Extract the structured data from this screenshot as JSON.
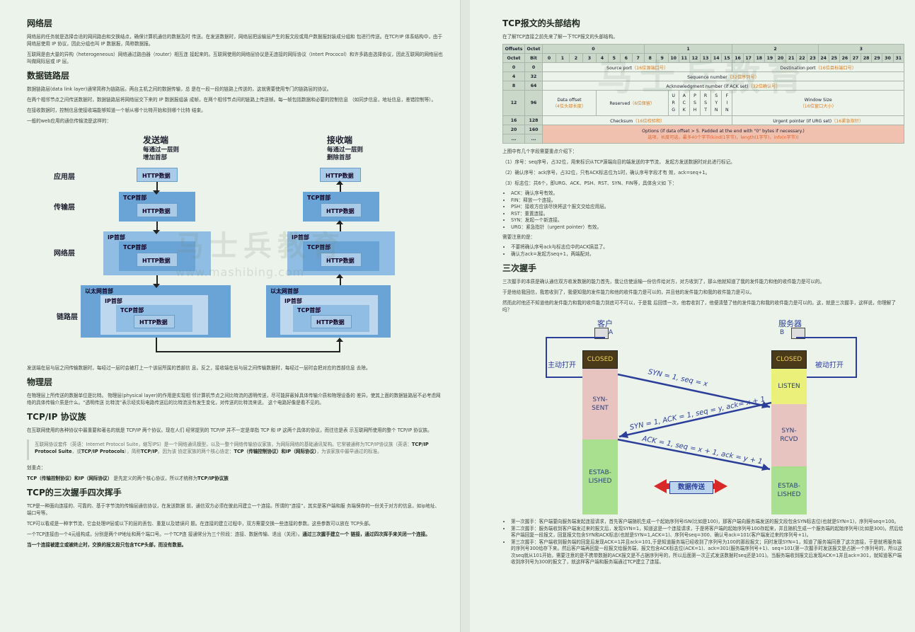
{
  "left": {
    "h_network": "网络层",
    "p_network_1": "网络层的任务就是选择合适的网间路由和交换结点，确保计算机通信的数据及时 传送。在发送数据时，网络层把运输层产生的报文段或用户数据报封装成分组和 包进行传送。在TCP/IP 体系结构中，由于网络层使用 IP 协议，因此分组也叫 IP 数据报，简称数据报。",
    "p_network_2": "互联网是由大量的异构（heterogeneous）网络通过路由器（router）相互连 接起来的。互联网使用的网络层协议是无连接的网际协议（Intert Prococol）和许多路由选择协议，因此互联网的网络层也叫做网际层或 IP 层。",
    "h_datalink": "数据链路层",
    "p_dl_1": "数据链路层(data link layer)通常简称为链路层。两台主机之间的数据传输，总 是在一段一段的链路上传送的，这就需要使用专门的链路层的协议。",
    "p_dl_2": "在两个相邻节点之间传送数据时，数据链路层将网络层交下来的 IP 数据报组装 成帧，在两个相邻节点间的链路上传送帧。每一帧包括数据和必要的控制信息 （如同步信息，地址信息，差错控制等）。",
    "p_dl_3": "在接收数据时，控制信息使接收端能够知道一个帧从哪个比特开始和到哪个比特 结束。",
    "p_dl_4": "一般的web应用的通信传输流是这样的：",
    "diagram": {
      "sender_title": "发送端",
      "sender_sub1": "每通过一层则",
      "sender_sub2": "增加首部",
      "receiver_title": "接收端",
      "receiver_sub1": "每通过一层则",
      "receiver_sub2": "删除首部",
      "layer_app": "应用层",
      "layer_transport": "传输层",
      "layer_network": "网络层",
      "layer_link": "链路层",
      "http_data": "HTTP数据",
      "tcp_header": "TCP首部",
      "ip_header": "IP首部",
      "eth_header": "以太网首部",
      "watermark": "www.mashibing.com"
    },
    "p_after_diagram": "发送端在层与层之间传输数据时，每经过一层时会被打上一个该层所属的首部信 息。反之，接收端在层与层之间传输数据时，每经过一层时会把对应的首部信息 去除。",
    "h_physical": "物理层",
    "p_physical": "在物理层上所传送的数据单位是比特。 物理层(physical layer)的作用是实现相 邻计算机节点之间比特流的透明传送，尽可能屏蔽掉具体传输介质和物理设备的 差异。使其上面的数据链路层不必考虑网络的具体传输介质是什么。“透明传送 比特流”表示经实际电路传送后的比特流没有发生变化，对传送的比特流来说， 这个电路好像是看不见的。",
    "h_tcpip": "TCP/IP 协议族",
    "p_tcpip": "在互联网使用的各种协议中最重要和著名的就是 TCP/IP 两个协议。现在人们 经常提到的 TCP/IP 并不一定是单指 TCP 和 IP 这两个具体的协议，而往往是表 示互联网所使用的整个 TCP/IP 协议族。",
    "quote_1": "互联网协议套件（英语：Internet Protocol Suite，缩写IPS）是一个网络通讯模型，以及一整个网络传输协议家族，为网际网络的基础通讯架构。它常被通称为TCP/IP协议族（英语：",
    "quote_bold_1": "TCP/IP Protocol Suite",
    "quote_2": "，或",
    "quote_bold_2": "TCP/IP Protocols",
    "quote_3": "），简称",
    "quote_bold_3": "TCP/IP",
    "quote_4": "。因为该 协定家族的两个核心协定：",
    "quote_bold_4": "TCP（传输控制协议）和IP（网际协议）",
    "quote_5": "，为该家族中最早通过的标准。",
    "p_key": "划重点：",
    "p_key_bold": "TCP（传输控制协议）和IP（网际协议）",
    "p_key_rest": "是先定义的两个核心协议，所以才统称为",
    "p_key_bold2": "TCP/IP协议族",
    "h_handshake": "TCP的三次握手四次挥手",
    "p_hs_1": "TCP是一种面向连接的、可靠的、基于字节流的传输层通信协议，在发送数据 前，通信双方必须在彼此间建立一个连接。所谓的“连接”，其实是客户端和服 务端保存的一份关于对方的信息，如ip地址、端口号等。",
    "p_hs_2": "TCP可以看成是一种字节流，它会处理IP层或以下的层的丢包、重复以及错误问 题。在连接的建立过程中，双方需要交换一些连接的参数。这些参数可以放在 TCP头部。",
    "p_hs_3": "一个TCP连接由一个4元组构成，分别是两个IP地址和两个端口号。一个TCP连 接通常分为三个阶段：连接、数据传输、退出（关闭）。",
    "p_hs_3_bold": "通过三次握手建立一个 链接，通过四次挥手来关闭一个连接。",
    "p_hs_4": "当一个连接被建立或被终止时，交换的报文段只包含TCP头部，而没有数据。"
  },
  "right": {
    "h_header": "TCP报文的头部结构",
    "p_intro": "在了解TCP连接之前先来了解一下TCP报文的头部结构。",
    "table": {
      "col_offsets": "Offsets",
      "col_octet": "Octet",
      "row_octet": "Octet",
      "row_bit": "Bit",
      "octets": [
        "0",
        "1",
        "2",
        "3"
      ],
      "bits": [
        "0",
        "1",
        "2",
        "3",
        "4",
        "5",
        "6",
        "7",
        "8",
        "9",
        "10",
        "11",
        "12",
        "13",
        "14",
        "15",
        "16",
        "17",
        "18",
        "19",
        "20",
        "21",
        "22",
        "23",
        "24",
        "25",
        "26",
        "27",
        "28",
        "29",
        "30",
        "31"
      ],
      "rows": [
        {
          "o": "0",
          "b": "0",
          "a": "Source port",
          "as": "（16位源端口号）",
          "c": "Destination port",
          "cs": "（16位目标端口号）"
        },
        {
          "o": "4",
          "b": "32",
          "a": "Sequence number",
          "as": "（32位序列号）"
        },
        {
          "o": "8",
          "b": "64",
          "a": "Acknowledgment number (if ACK set)",
          "as": "（32位确认号）"
        },
        {
          "o": "12",
          "b": "96"
        },
        {
          "o": "16",
          "b": "128",
          "a": "Checksum",
          "as": "（16位校验和）",
          "c": "Urgent pointer (if URG set)",
          "cs": "（16紧急指针）"
        },
        {
          "o": "20",
          "b": "160",
          "a": "Options (if data offset > 5. Padded at the end with \"0\" bytes if necessary.)",
          "as": "选项，长度可选，最多40个字节(kind(1字节)，length(1字节)，info(n字节))"
        },
        {
          "o": "...",
          "b": "..."
        }
      ],
      "data_offset": "Data offset",
      "data_offset_sub": "（4位头部长度）",
      "reserved": "Reserved",
      "reserved_sub": "（6位保留）",
      "flags": [
        [
          "U",
          "R",
          "G"
        ],
        [
          "A",
          "C",
          "K"
        ],
        [
          "P",
          "S",
          "H"
        ],
        [
          "R",
          "S",
          "T"
        ],
        [
          "S",
          "Y",
          "N"
        ],
        [
          "F",
          "I",
          "N"
        ]
      ],
      "window": "Window Size",
      "window_sub": "（16位窗口大小）"
    },
    "p_fields": "上图中有几个字段需要重点介绍下：",
    "p_f1": "（1）序号：seq序号，占32位，用来标识从TCP源端向目的端发送的字节流， 发起方发送数据时对此进行标记。",
    "p_f2": "（2）确认序号：ack序号，占32位，只有ACK标志位为1时，确认序号字段才有 效，ack=seq+1。",
    "p_f3": "（3）标志位：共6个，即URG、ACK、PSH、RST、SYN、FIN等，具体含义如 下：",
    "flags_list": [
      "ACK：确认序号有效。",
      "FIN：释放一个连接。",
      "PSH：接收方应该尽快将这个报文交给应用层。",
      "RST：重置连接。",
      "SYN：发起一个新连接。",
      "URG：紧急指针（urgent pointer）有效。"
    ],
    "p_note": "需要注意的是：",
    "note_list": [
      "不要将确认序号ack与标志位中的ACK搞混了。",
      "确认方ack=发起方seq+1，两端配对。"
    ],
    "h_three": "三次握手",
    "p_t1": "三次握手的本质是确认通信双方收发数据的能力首先，我让信使运输一份信件给对方，对方收到了，那么他就知道了我的发件能力和他的收件能力是可以的。",
    "p_t2": "于是他给我回信，我若收到了，我便知我的发件能力和他的收件能力是可以的，并且他的发件能力和我的收件能力是可以。",
    "p_t3": "然而此时他还不知道他的发件能力和我的收件能力到底可不可以，于是我 后回馈一次，他若收到了，他便清楚了他的发件能力和我的收件能力是可以的。这，就是三次握手，这样说，你理解了吗？",
    "hs": {
      "client": "客户",
      "server": "服务器",
      "a": "A",
      "b": "B",
      "active_open": "主动打开",
      "passive_open": "被动打开",
      "closed": "CLOSED",
      "syn_sent": "SYN-\nSENT",
      "listen": "LISTEN",
      "syn_rcvd": "SYN-\nRCVD",
      "estab": "ESTAB-\nLISHED",
      "m1": "SYN = 1, seq = x",
      "m2": "SYN = 1, ACK = 1, seq = y, ack= x + 1",
      "m3": "ACK = 1, seq = x + 1, ack = y + 1",
      "transfer": "数据传送"
    },
    "bullets": [
      "第一次握手：客户端要向服务端发起连接请求，首先客户端随机生成一个起始序列号ISN(比如是100)，那客户端向服务端发送的报文段包含SYN标志位(也就是SYN=1)，序列号seq=100。",
      "第二次握手：服务端收到客户端发过来的报文后，发现SYN=1，知道这是一个连接请求，于是将客户端的起始序列号100存起来，并且随机生成一个服务端的起始序列号(比如是300)。然后给客户端回复一段报文，回复报文包含SYN和ACK标志(也就是SYN=1,ACK=1)、序列号seq=300、确认号ack=101(客户端发过来的序列号+1)。",
      "第三次握手：客户端收到服务端的回复后发现ACK=1并且ack=101,于是知道服务端已经收到了序列号为100的那段报文；同时发现SYN=1，知道了服务端同意了这次连接，于是就将服务端的序列号300给存下来。然后客户端再回复一段报文给服务端，报文包含ACK标志位(ACK=1)、ack=301(服务端序列号+1)、seq=101(第一次握手时发送报文是占据一个序列号的，所以这次seq就从101开始，需要注意的是不携带数据的ACK报文是不占据序列号的，所以后面第一次正式发送数据时seq还是101)。当服务端收到报文后发现ACK=1并且ack=301，就知道客户端收到序列号为300的报文了，就这样客户端和服务端通过TCP建立了连接。"
    ]
  },
  "watermark_left": "马士兵教育",
  "watermark_right": "马士兵教育",
  "colors": {
    "page": "#ecf3ea",
    "accent_blue": "#2c63b8",
    "orange": "#d97b1e"
  }
}
